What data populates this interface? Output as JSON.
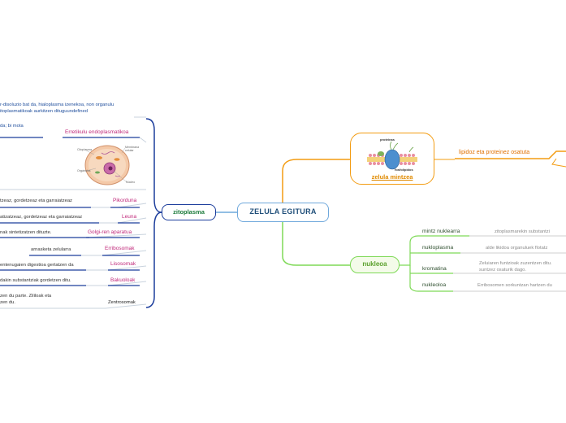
{
  "center": {
    "label": "ZELULA EGITURA"
  },
  "zitoplasma": {
    "label": "zitoplasma",
    "intro_line1": "r-disoluzio bat da, hialoplasma izenekoa, non organulu",
    "intro_line2": "itoplasmatikoak aurkitzen dituguundefined",
    "intro_line3": "da; bi mota",
    "items": [
      {
        "label": "Erretikulu endoplasmatikoa"
      },
      {
        "label": "Pikorduna",
        "desc": "tzeaz, gordetzeaz eta garraiatzeaz"
      },
      {
        "label": "Leuna",
        "desc": "atizatzeaz, gordetzeaz eta garraiatzeaz"
      },
      {
        "label": "Golgi-ren aparatua",
        "desc": "nak sintetizatzen dituzte."
      },
      {
        "label": "Erribosomak",
        "desc": "arnasketa zelularra"
      },
      {
        "label": "Lisosomak",
        "desc": "entenugaien digestioa gertatzen da"
      },
      {
        "label": "Bakuoloak",
        "desc": "dakin substantziak gordetzen ditu."
      },
      {
        "label": "Zentrosomak",
        "desc1": "zen du parte. Zililoak eta",
        "desc2": "zen du."
      }
    ],
    "cell_image": {
      "labels": [
        "Citoplasma",
        "Membrana celular",
        "Orgánulos",
        "Núcleo"
      ]
    }
  },
  "zelula_mintzea": {
    "label": "zelula mintzea",
    "image_labels": [
      "proteinas",
      "fosfolípidos"
    ],
    "desc": "lipidoz eta proteinez osatuta"
  },
  "nukleoa": {
    "label": "nukleoa",
    "items": [
      {
        "label": "mintz nuklearra",
        "desc1": "zitoplasmarekin substantzi"
      },
      {
        "label": "nukloplasma",
        "desc1": "alde likidoa organuluek flotatz"
      },
      {
        "label": "kromatina",
        "desc1": "Zeluiaren funtzioak zuzentzen ditu.",
        "desc2": "suntzez osaturik dago."
      },
      {
        "label": "nukleoloa",
        "desc1": "Erribosomen sorkuntzan hartzen du"
      }
    ]
  },
  "colors": {
    "center_border": "#6fa8dc",
    "zito_border": "#1c3d9c",
    "label_pink": "#c0287a",
    "orange": "#f39c12",
    "green": "#7ed957",
    "grey_line": "#b8c4d0"
  }
}
